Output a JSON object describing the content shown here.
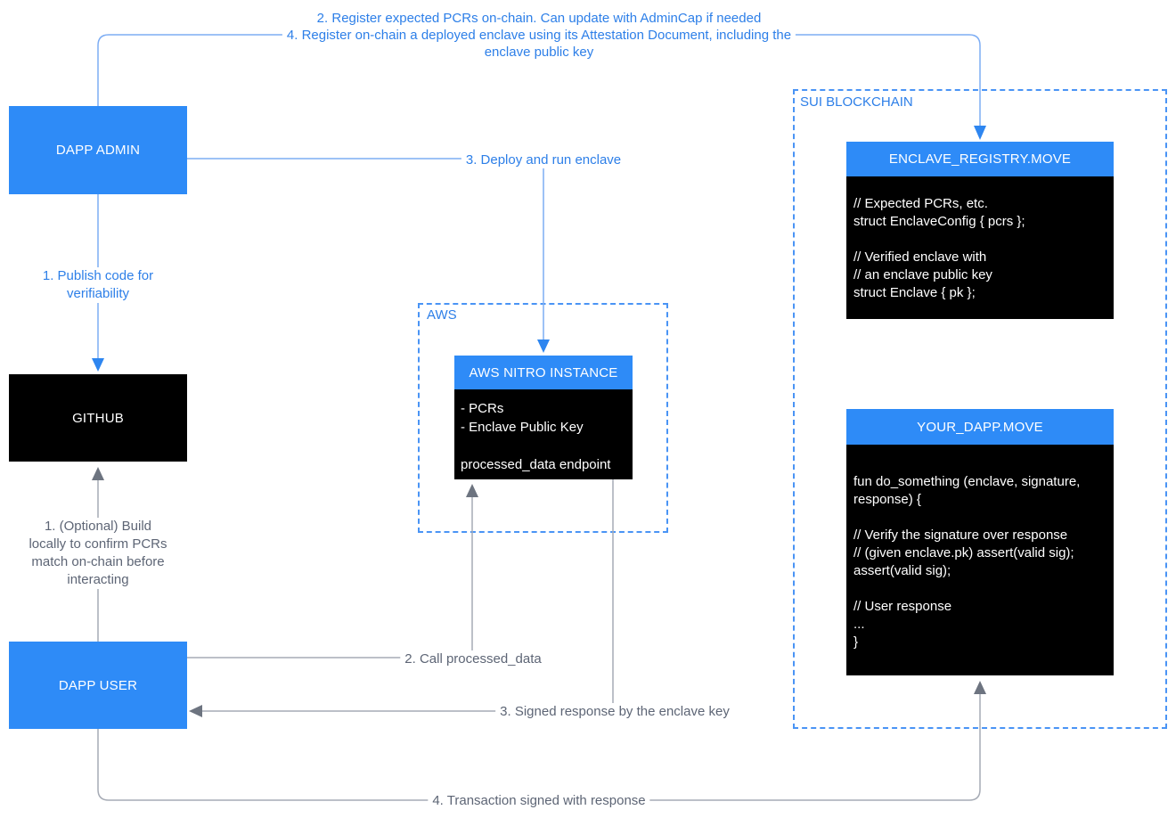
{
  "diagram": {
    "colors": {
      "box_blue": "#2e8bf7",
      "box_black": "#000000",
      "line_blue": "#7dadf4",
      "arrow_blue": "#2e86f0",
      "line_gray": "#a6abb5",
      "arrow_gray": "#6d7480",
      "label_blue": "#2d7fe8",
      "label_gray": "#5d6575",
      "dashed_blue": "#4a94f5"
    },
    "nodes": {
      "dapp_admin": {
        "label": "DAPP ADMIN"
      },
      "github": {
        "label": "GITHUB"
      },
      "dapp_user": {
        "label": "DAPP USER"
      },
      "aws_group": {
        "label": "AWS"
      },
      "sui_group": {
        "label": "SUI BLOCKCHAIN"
      },
      "nitro": {
        "title": "AWS NITRO INSTANCE",
        "lines": [
          "- PCRs",
          "- Enclave Public Key",
          "",
          "processed_data endpoint"
        ]
      },
      "registry": {
        "title": "ENCLAVE_REGISTRY.MOVE",
        "lines": [
          "// Expected PCRs, etc.",
          "struct EnclaveConfig { pcrs };",
          "",
          "// Verified enclave with",
          "// an enclave public key",
          "struct Enclave { pk };"
        ]
      },
      "your_dapp": {
        "title": "YOUR_DAPP.MOVE",
        "lines": [
          "fun do_something (enclave, signature,",
          "response) {",
          "",
          "// Verify the signature over response",
          "// (given enclave.pk) assert(valid sig);",
          "assert(valid sig);",
          "",
          "// User response",
          "...",
          "}"
        ]
      }
    },
    "edges": {
      "register_pcrs": {
        "label": "2. Register expected PCRs on-chain. Can update with AdminCap if needed"
      },
      "register_enclave": {
        "lines": [
          "4. Register on-chain a deployed enclave using its Attestation Document, including the",
          "enclave public key"
        ]
      },
      "deploy": {
        "label": "3. Deploy and run enclave"
      },
      "publish": {
        "lines": [
          "1. Publish code for",
          "verifiability"
        ]
      },
      "optional_build": {
        "lines": [
          "1. (Optional) Build",
          "locally to confirm PCRs",
          "match on-chain before",
          "interacting"
        ]
      },
      "call": {
        "label": "2. Call processed_data"
      },
      "signed_response": {
        "label": "3. Signed response by the enclave key"
      },
      "transaction": {
        "label": "4. Transaction signed with response"
      }
    }
  }
}
